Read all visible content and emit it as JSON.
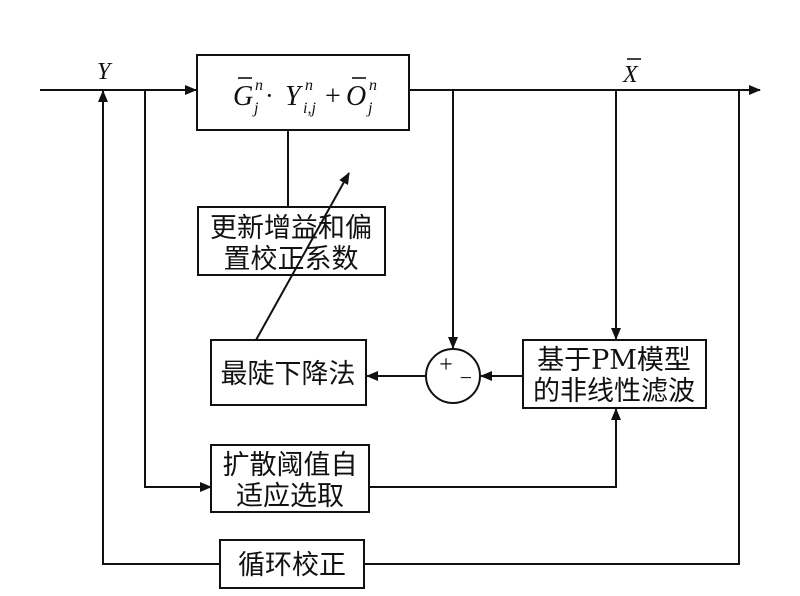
{
  "diagram": {
    "type": "block-flow",
    "signals": {
      "input_label": "Y",
      "output_label": "X",
      "output_label_overbar": true
    },
    "formula_block": {
      "terms": [
        {
          "symbol": "G",
          "overbar": true,
          "sup": "n",
          "sub": "j"
        },
        {
          "operator": "·"
        },
        {
          "symbol": "Y",
          "overbar": false,
          "sup": "n",
          "sub": "i,j"
        },
        {
          "operator": "+"
        },
        {
          "symbol": "O",
          "overbar": true,
          "sup": "n",
          "sub": "j"
        }
      ]
    },
    "blocks": {
      "update_coeffs": {
        "line1": "更新增益和偏",
        "line2": "置校正系数"
      },
      "steepest_descent": {
        "label": "最陡下降法"
      },
      "pm_filter": {
        "line1": "基于PM模型",
        "line2": "的非线性滤波"
      },
      "adaptive_threshold": {
        "line1": "扩散阈值自",
        "line2": "适应选取"
      },
      "loop_correction": {
        "label": "循环校正"
      }
    },
    "summing_junction": {
      "plus": "+",
      "minus": "−"
    },
    "colors": {
      "stroke": "#111111",
      "background": "#ffffff"
    }
  }
}
